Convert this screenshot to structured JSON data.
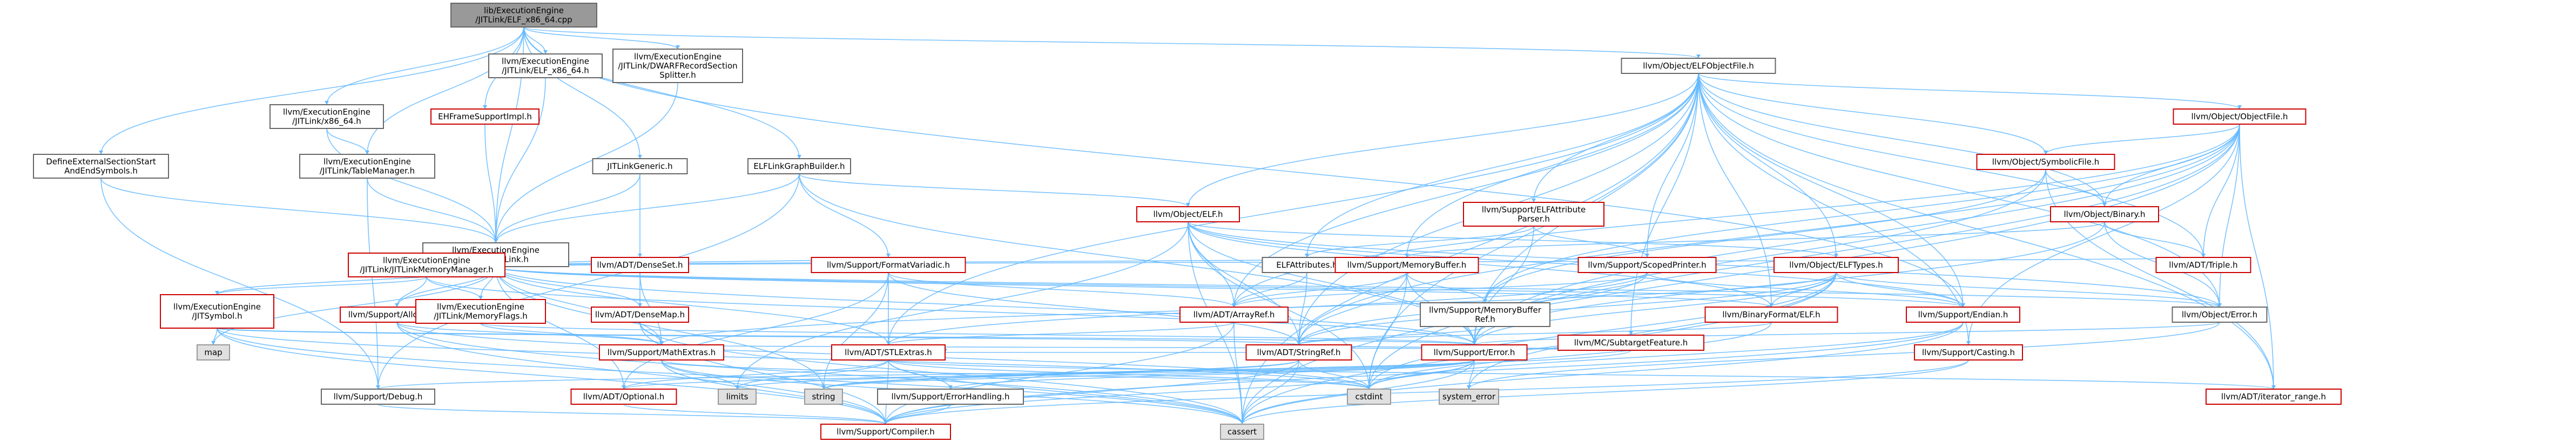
{
  "root": "lib/ExecutionEngine/JITLink/ELF_x86_64.cpp",
  "nodes": [
    {
      "id": "root",
      "lines": [
        "lib/ExecutionEngine",
        "/JITLink/ELF_x86_64.cpp"
      ],
      "style": "root"
    },
    {
      "id": "dwarf",
      "lines": [
        "llvm/ExecutionEngine",
        "/JITLink/DWARFRecordSection",
        "Splitter.h"
      ],
      "style": "normal"
    },
    {
      "id": "elfx8664h",
      "lines": [
        "llvm/ExecutionEngine",
        "/JITLink/ELF_x86_64.h"
      ],
      "style": "normal"
    },
    {
      "id": "ehframe",
      "lines": [
        "EHFrameSupportImpl.h"
      ],
      "style": "red"
    },
    {
      "id": "x8664",
      "lines": [
        "llvm/ExecutionEngine",
        "/JITLink/x86_64.h"
      ],
      "style": "normal"
    },
    {
      "id": "defineext",
      "lines": [
        "DefineExternalSectionStart",
        "AndEndSymbols.h"
      ],
      "style": "normal"
    },
    {
      "id": "tablemgr",
      "lines": [
        "llvm/ExecutionEngine",
        "/JITLink/TableManager.h"
      ],
      "style": "normal"
    },
    {
      "id": "jitlinkgeneric",
      "lines": [
        "JITLinkGeneric.h"
      ],
      "style": "normal"
    },
    {
      "id": "elflinkgb",
      "lines": [
        "ELFLinkGraphBuilder.h"
      ],
      "style": "normal"
    },
    {
      "id": "jitlinkh",
      "lines": [
        "llvm/ExecutionEngine",
        "/JITLink/JITLink.h"
      ],
      "style": "normal"
    },
    {
      "id": "elfobjfile",
      "lines": [
        "llvm/Object/ELFObjectFile.h"
      ],
      "style": "normal"
    },
    {
      "id": "objectfile",
      "lines": [
        "llvm/Object/ObjectFile.h"
      ],
      "style": "red"
    },
    {
      "id": "symbolicfile",
      "lines": [
        "llvm/Object/SymbolicFile.h"
      ],
      "style": "red"
    },
    {
      "id": "binary",
      "lines": [
        "llvm/Object/Binary.h"
      ],
      "style": "red"
    },
    {
      "id": "objectelf",
      "lines": [
        "llvm/Object/ELF.h"
      ],
      "style": "red"
    },
    {
      "id": "elfattrparser",
      "lines": [
        "llvm/Support/ELFAttribute",
        "Parser.h"
      ],
      "style": "red"
    },
    {
      "id": "elfattributes",
      "lines": [
        "ELFAttributes.h"
      ],
      "style": "normal"
    },
    {
      "id": "scopedprinter",
      "lines": [
        "llvm/Support/ScopedPrinter.h"
      ],
      "style": "red"
    },
    {
      "id": "elftypes",
      "lines": [
        "llvm/Object/ELFTypes.h"
      ],
      "style": "red"
    },
    {
      "id": "triple",
      "lines": [
        "llvm/ADT/Triple.h"
      ],
      "style": "red"
    },
    {
      "id": "memorybuffer",
      "lines": [
        "llvm/Support/MemoryBuffer.h"
      ],
      "style": "red"
    },
    {
      "id": "memorybufferref",
      "lines": [
        "llvm/Support/MemoryBuffer",
        "Ref.h"
      ],
      "style": "normal"
    },
    {
      "id": "subtarget",
      "lines": [
        "llvm/MC/SubtargetFeature.h"
      ],
      "style": "red"
    },
    {
      "id": "binaryformatelf",
      "lines": [
        "llvm/BinaryFormat/ELF.h"
      ],
      "style": "red"
    },
    {
      "id": "endian",
      "lines": [
        "llvm/Support/Endian.h"
      ],
      "style": "red"
    },
    {
      "id": "objerror",
      "lines": [
        "llvm/Object/Error.h"
      ],
      "style": "normal"
    },
    {
      "id": "arrayref",
      "lines": [
        "llvm/ADT/ArrayRef.h"
      ],
      "style": "red"
    },
    {
      "id": "formatvariadic",
      "lines": [
        "llvm/Support/FormatVariadic.h"
      ],
      "style": "red"
    },
    {
      "id": "denseset",
      "lines": [
        "llvm/ADT/DenseSet.h"
      ],
      "style": "red"
    },
    {
      "id": "densemap",
      "lines": [
        "llvm/ADT/DenseMap.h"
      ],
      "style": "red"
    },
    {
      "id": "jitlinkmm",
      "lines": [
        "llvm/ExecutionEngine",
        "/JITLink/JITLinkMemoryManager.h"
      ],
      "style": "red"
    },
    {
      "id": "allocator",
      "lines": [
        "llvm/Support/Allocator.h"
      ],
      "style": "red"
    },
    {
      "id": "memoryflags",
      "lines": [
        "llvm/ExecutionEngine",
        "/JITLink/MemoryFlags.h"
      ],
      "style": "red"
    },
    {
      "id": "jitsymbol",
      "lines": [
        "llvm/ExecutionEngine",
        "/JITSymbol.h"
      ],
      "style": "red"
    },
    {
      "id": "map",
      "lines": [
        "map"
      ],
      "style": "gray"
    },
    {
      "id": "stlextras",
      "lines": [
        "llvm/ADT/STLExtras.h"
      ],
      "style": "red"
    },
    {
      "id": "stringref",
      "lines": [
        "llvm/ADT/StringRef.h"
      ],
      "style": "red"
    },
    {
      "id": "supporterror",
      "lines": [
        "llvm/Support/Error.h"
      ],
      "style": "red"
    },
    {
      "id": "casting",
      "lines": [
        "llvm/Support/Casting.h"
      ],
      "style": "red"
    },
    {
      "id": "mathextras",
      "lines": [
        "llvm/Support/MathExtras.h"
      ],
      "style": "red"
    },
    {
      "id": "debug",
      "lines": [
        "llvm/Support/Debug.h"
      ],
      "style": "normal"
    },
    {
      "id": "optional",
      "lines": [
        "llvm/ADT/Optional.h"
      ],
      "style": "red"
    },
    {
      "id": "limits",
      "lines": [
        "limits"
      ],
      "style": "gray"
    },
    {
      "id": "string",
      "lines": [
        "string"
      ],
      "style": "gray"
    },
    {
      "id": "errorhandling",
      "lines": [
        "llvm/Support/ErrorHandling.h"
      ],
      "style": "normal"
    },
    {
      "id": "cstdint",
      "lines": [
        "cstdint"
      ],
      "style": "gray"
    },
    {
      "id": "systemerror",
      "lines": [
        "system_error"
      ],
      "style": "gray"
    },
    {
      "id": "iteratorrange",
      "lines": [
        "llvm/ADT/iterator_range.h"
      ],
      "style": "red"
    },
    {
      "id": "compiler",
      "lines": [
        "llvm/Support/Compiler.h"
      ],
      "style": "red"
    },
    {
      "id": "cassert",
      "lines": [
        "cassert"
      ],
      "style": "gray"
    }
  ],
  "edges": [
    [
      "root",
      "dwarf"
    ],
    [
      "root",
      "elfx8664h"
    ],
    [
      "root",
      "ehframe"
    ],
    [
      "root",
      "x8664"
    ],
    [
      "root",
      "defineext"
    ],
    [
      "root",
      "tablemgr"
    ],
    [
      "root",
      "jitlinkgeneric"
    ],
    [
      "root",
      "elflinkgb"
    ],
    [
      "root",
      "jitlinkh"
    ],
    [
      "root",
      "elfobjfile"
    ],
    [
      "root",
      "endian"
    ],
    [
      "dwarf",
      "jitlinkh"
    ],
    [
      "elfx8664h",
      "jitlinkh"
    ],
    [
      "ehframe",
      "jitlinkh"
    ],
    [
      "x8664",
      "jitlinkh"
    ],
    [
      "x8664",
      "tablemgr"
    ],
    [
      "tablemgr",
      "jitlinkh"
    ],
    [
      "tablemgr",
      "debug"
    ],
    [
      "defineext",
      "jitlinkh"
    ],
    [
      "defineext",
      "debug"
    ],
    [
      "jitlinkgeneric",
      "jitlinkh"
    ],
    [
      "jitlinkgeneric",
      "denseset"
    ],
    [
      "elflinkgb",
      "jitlinkh"
    ],
    [
      "elflinkgb",
      "objectelf"
    ],
    [
      "elflinkgb",
      "formatvariadic"
    ],
    [
      "elflinkgb",
      "debug"
    ],
    [
      "elflinkgb",
      "supporterror"
    ],
    [
      "jitlinkh",
      "jitlinkmm"
    ],
    [
      "jitlinkh",
      "allocator"
    ],
    [
      "jitlinkh",
      "memoryflags"
    ],
    [
      "jitlinkh",
      "jitsymbol"
    ],
    [
      "jitlinkh",
      "map"
    ],
    [
      "jitlinkh",
      "stlextras"
    ],
    [
      "jitlinkh",
      "denseset"
    ],
    [
      "jitlinkh",
      "densemap"
    ],
    [
      "jitlinkh",
      "formatvariadic"
    ],
    [
      "jitlinkh",
      "endian"
    ],
    [
      "jitlinkh",
      "mathextras"
    ],
    [
      "jitlinkh",
      "memorybuffer"
    ],
    [
      "jitlinkh",
      "optional"
    ],
    [
      "jitlinkh",
      "triple"
    ],
    [
      "jitlinkh",
      "supporterror"
    ],
    [
      "jitlinkh",
      "string"
    ],
    [
      "jitlinkh",
      "objerror"
    ],
    [
      "jitlinkh",
      "binaryformatelf"
    ],
    [
      "elfobjfile",
      "objectfile"
    ],
    [
      "elfobjfile",
      "symbolicfile"
    ],
    [
      "elfobjfile",
      "binary"
    ],
    [
      "elfobjfile",
      "objectelf"
    ],
    [
      "elfobjfile",
      "elfattrparser"
    ],
    [
      "elfobjfile",
      "elfattributes"
    ],
    [
      "elfobjfile",
      "scopedprinter"
    ],
    [
      "elfobjfile",
      "elftypes"
    ],
    [
      "elfobjfile",
      "triple"
    ],
    [
      "elfobjfile",
      "memorybuffer"
    ],
    [
      "elfobjfile",
      "subtarget"
    ],
    [
      "elfobjfile",
      "binaryformatelf"
    ],
    [
      "elfobjfile",
      "endian"
    ],
    [
      "elfobjfile",
      "objerror"
    ],
    [
      "elfobjfile",
      "arrayref"
    ],
    [
      "elfobjfile",
      "stlextras"
    ],
    [
      "elfobjfile",
      "stringref"
    ],
    [
      "elfobjfile",
      "supporterror"
    ],
    [
      "elfobjfile",
      "casting"
    ],
    [
      "elfobjfile",
      "iteratorrange"
    ],
    [
      "elfobjfile",
      "cassert"
    ],
    [
      "elfobjfile",
      "cstdint"
    ],
    [
      "objectfile",
      "symbolicfile"
    ],
    [
      "objectfile",
      "binary"
    ],
    [
      "objectfile",
      "triple"
    ],
    [
      "objectfile",
      "arrayref"
    ],
    [
      "objectfile",
      "stringref"
    ],
    [
      "objectfile",
      "supporterror"
    ],
    [
      "objectfile",
      "casting"
    ],
    [
      "objectfile",
      "iteratorrange"
    ],
    [
      "objectfile",
      "memorybufferref"
    ],
    [
      "objectfile",
      "cassert"
    ],
    [
      "objectfile",
      "cstdint"
    ],
    [
      "objectfile",
      "objerror"
    ],
    [
      "symbolicfile",
      "binary"
    ],
    [
      "symbolicfile",
      "iteratorrange"
    ],
    [
      "symbolicfile",
      "supporterror"
    ],
    [
      "symbolicfile",
      "memorybufferref"
    ],
    [
      "binary",
      "triple"
    ],
    [
      "binary",
      "memorybuffer"
    ],
    [
      "binary",
      "objerror"
    ],
    [
      "binary",
      "supporterror"
    ],
    [
      "objectelf",
      "elftypes"
    ],
    [
      "objectelf",
      "arrayref"
    ],
    [
      "objectelf",
      "stringref"
    ],
    [
      "objectelf",
      "binaryformatelf"
    ],
    [
      "objectelf",
      "supporterror"
    ],
    [
      "objectelf",
      "limits"
    ],
    [
      "objectelf",
      "cassert"
    ],
    [
      "objectelf",
      "cstdint"
    ],
    [
      "objectelf",
      "endian"
    ],
    [
      "objectelf",
      "objerror"
    ],
    [
      "elfattrparser",
      "elfattributes"
    ],
    [
      "elfattrparser",
      "scopedprinter"
    ],
    [
      "elfattrparser",
      "supporterror"
    ],
    [
      "elfattributes",
      "arrayref"
    ],
    [
      "elfattributes",
      "stringref"
    ],
    [
      "scopedprinter",
      "arrayref"
    ],
    [
      "scopedprinter",
      "stringref"
    ],
    [
      "scopedprinter",
      "endian"
    ],
    [
      "scopedprinter",
      "stlextras"
    ],
    [
      "elftypes",
      "endian"
    ],
    [
      "elftypes",
      "binaryformatelf"
    ],
    [
      "elftypes",
      "stringref"
    ],
    [
      "elftypes",
      "supporterror"
    ],
    [
      "elftypes",
      "mathextras"
    ],
    [
      "elftypes",
      "objerror"
    ],
    [
      "elftypes",
      "cassert"
    ],
    [
      "elftypes",
      "cstdint"
    ],
    [
      "elftypes",
      "systemerror"
    ],
    [
      "memorybuffer",
      "memorybufferref"
    ],
    [
      "memorybuffer",
      "arrayref"
    ],
    [
      "memorybuffer",
      "stringref"
    ],
    [
      "memorybuffer",
      "supporterror"
    ],
    [
      "memorybuffer",
      "cstdint"
    ],
    [
      "memorybufferref",
      "stringref"
    ],
    [
      "subtarget",
      "stringref"
    ],
    [
      "subtarget",
      "mathextras"
    ],
    [
      "subtarget",
      "string"
    ],
    [
      "binaryformatelf",
      "stringref"
    ],
    [
      "binaryformatelf",
      "cstdint"
    ],
    [
      "endian",
      "compiler"
    ],
    [
      "endian",
      "cstdint"
    ],
    [
      "endian",
      "cassert"
    ],
    [
      "objerror",
      "supporterror"
    ],
    [
      "objerror",
      "systemerror"
    ],
    [
      "arrayref",
      "stlextras"
    ],
    [
      "arrayref",
      "compiler"
    ],
    [
      "arrayref",
      "cassert"
    ],
    [
      "formatvariadic",
      "arrayref"
    ],
    [
      "formatvariadic",
      "stlextras"
    ],
    [
      "formatvariadic",
      "stringref"
    ],
    [
      "formatvariadic",
      "optional"
    ],
    [
      "formatvariadic",
      "string"
    ],
    [
      "denseset",
      "densemap"
    ],
    [
      "denseset",
      "mathextras"
    ],
    [
      "densemap",
      "mathextras"
    ],
    [
      "densemap",
      "compiler"
    ],
    [
      "densemap",
      "cassert"
    ],
    [
      "jitlinkmm",
      "jitsymbol"
    ],
    [
      "jitlinkmm",
      "memoryflags"
    ],
    [
      "jitlinkmm",
      "supporterror"
    ],
    [
      "jitlinkmm",
      "allocator"
    ],
    [
      "allocator",
      "mathextras"
    ],
    [
      "allocator",
      "compiler"
    ],
    [
      "allocator",
      "cstdint"
    ],
    [
      "allocator",
      "cassert"
    ],
    [
      "memoryflags",
      "supporterror"
    ],
    [
      "memoryflags",
      "mathextras"
    ],
    [
      "jitsymbol",
      "stringref"
    ],
    [
      "jitsymbol",
      "supporterror"
    ],
    [
      "jitsymbol",
      "map"
    ],
    [
      "jitsymbol",
      "cstdint"
    ],
    [
      "jitsymbol",
      "compiler"
    ],
    [
      "jitsymbol",
      "cassert"
    ],
    [
      "stlextras",
      "optional"
    ],
    [
      "stlextras",
      "iteratorrange"
    ],
    [
      "stlextras",
      "errorhandling"
    ],
    [
      "stlextras",
      "compiler"
    ],
    [
      "stlextras",
      "limits"
    ],
    [
      "stlextras",
      "cstdint"
    ],
    [
      "stlextras",
      "cassert"
    ],
    [
      "stringref",
      "stlextras"
    ],
    [
      "stringref",
      "compiler"
    ],
    [
      "stringref",
      "limits"
    ],
    [
      "stringref",
      "string"
    ],
    [
      "stringref",
      "cstdint"
    ],
    [
      "stringref",
      "cassert"
    ],
    [
      "supporterror",
      "errorhandling"
    ],
    [
      "supporterror",
      "optional"
    ],
    [
      "supporterror",
      "debug"
    ],
    [
      "supporterror",
      "compiler"
    ],
    [
      "supporterror",
      "systemerror"
    ],
    [
      "supporterror",
      "string"
    ],
    [
      "supporterror",
      "cassert"
    ],
    [
      "supporterror",
      "cstdint"
    ],
    [
      "casting",
      "compiler"
    ],
    [
      "casting",
      "cassert"
    ],
    [
      "mathextras",
      "compiler"
    ],
    [
      "mathextras",
      "limits"
    ],
    [
      "mathextras",
      "cstdint"
    ],
    [
      "mathextras",
      "cassert"
    ],
    [
      "debug",
      "compiler"
    ],
    [
      "optional",
      "compiler"
    ],
    [
      "errorhandling",
      "compiler"
    ]
  ]
}
